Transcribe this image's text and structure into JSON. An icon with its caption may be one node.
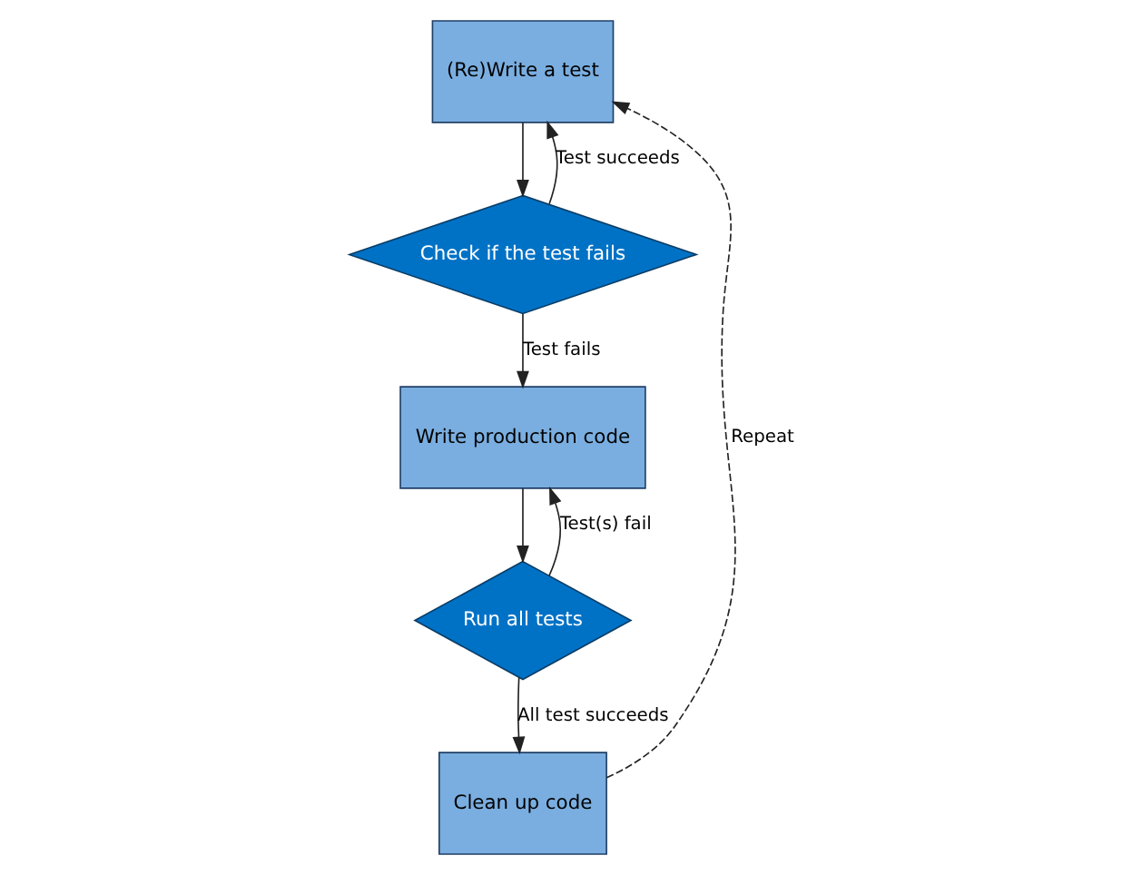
{
  "diagram": {
    "nodes": [
      {
        "text": [
          "(Re)Write a test"
        ]
      },
      {
        "text": [
          "Check if the test fails"
        ]
      },
      {
        "text": [
          "Write production code"
        ]
      },
      {
        "text": [
          "Run all tests"
        ]
      },
      {
        "text": [
          "Clean up code"
        ]
      }
    ],
    "edges": [
      {
        "from": 0,
        "to": 1,
        "arrow": "to"
      },
      {
        "from": 1,
        "to": 0,
        "arrow": "to",
        "label": "Test succeeds"
      },
      {
        "from": 1,
        "to": 2,
        "arrow": "to",
        "label": "Test fails"
      },
      {
        "from": 2,
        "to": 3,
        "arrow": "to"
      },
      {
        "from": 3,
        "to": 2,
        "arrow": "to",
        "label": "Test(s) fail"
      },
      {
        "from": 3,
        "to": 4,
        "arrow": "to",
        "label": "All test succeeds"
      },
      {
        "from": 4,
        "to": 0,
        "arrow": "to",
        "label": "Repeat",
        "style": "dashed"
      }
    ]
  }
}
